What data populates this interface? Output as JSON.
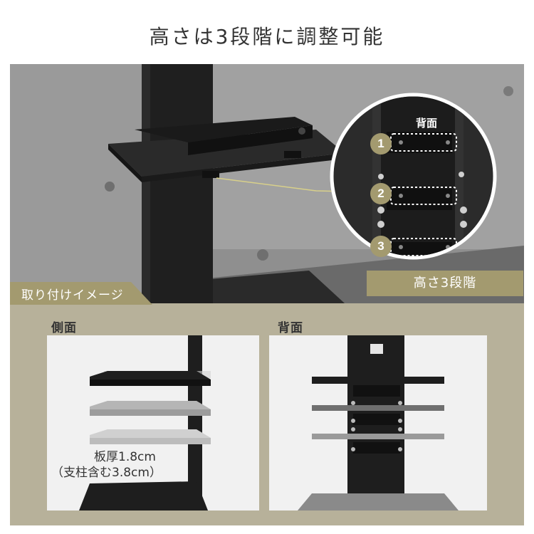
{
  "title": "高さは3段階に調整可能",
  "photo": {
    "install_label": "取り付けイメージ",
    "zoom": {
      "back_label": "背面",
      "steps": [
        "1",
        "2",
        "3"
      ],
      "caption": "高さ3段階"
    }
  },
  "side_view": {
    "label": "側面",
    "thickness_line1": "板厚1.8cm",
    "thickness_line2": "（支柱含む3.8cm）"
  },
  "back_view": {
    "label": "背面"
  },
  "colors": {
    "accent": "#a39a6f",
    "panel_bg": "#b7b19a",
    "pole": "#1e1e1e"
  }
}
